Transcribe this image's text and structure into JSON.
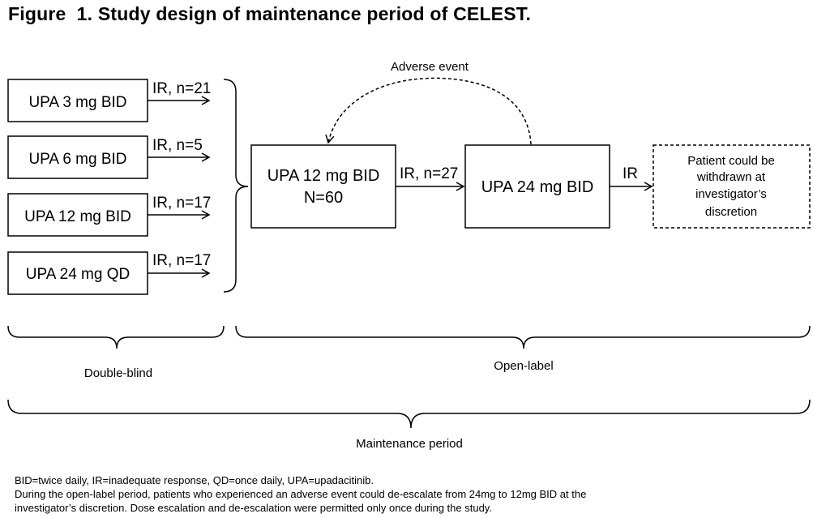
{
  "title": "Figure  1. Study design of maintenance period of CELEST.",
  "double_blind_arms": [
    {
      "label": "UPA 3 mg BID",
      "flow": "IR, n=21"
    },
    {
      "label": "UPA 6 mg BID",
      "flow": "IR, n=5"
    },
    {
      "label": "UPA 12 mg BID",
      "flow": "IR, n=17"
    },
    {
      "label": "UPA 24 mg QD",
      "flow": "IR, n=17"
    }
  ],
  "open_label": {
    "box1_line1": "UPA 12 mg BID",
    "box1_line2": "N=60",
    "arrow1_label": "IR, n=27",
    "box2": "UPA 24 mg BID",
    "arrow2_label": "IR",
    "withdraw_lines": [
      "Patient could be",
      "withdrawn at",
      "investigator’s",
      "discretion"
    ],
    "adverse_event": "Adverse event"
  },
  "brackets": {
    "double_blind": "Double-blind",
    "open_label": "Open-label",
    "maintenance": "Maintenance period"
  },
  "footnotes": [
    "BID=twice daily, IR=inadequate response, QD=once daily, UPA=upadacitinib.",
    "During the open-label period, patients who experienced an adverse event could de-escalate from 24mg to 12mg BID at the",
    "investigator’s discretion. Dose escalation and de-escalation were permitted only once during the study."
  ]
}
